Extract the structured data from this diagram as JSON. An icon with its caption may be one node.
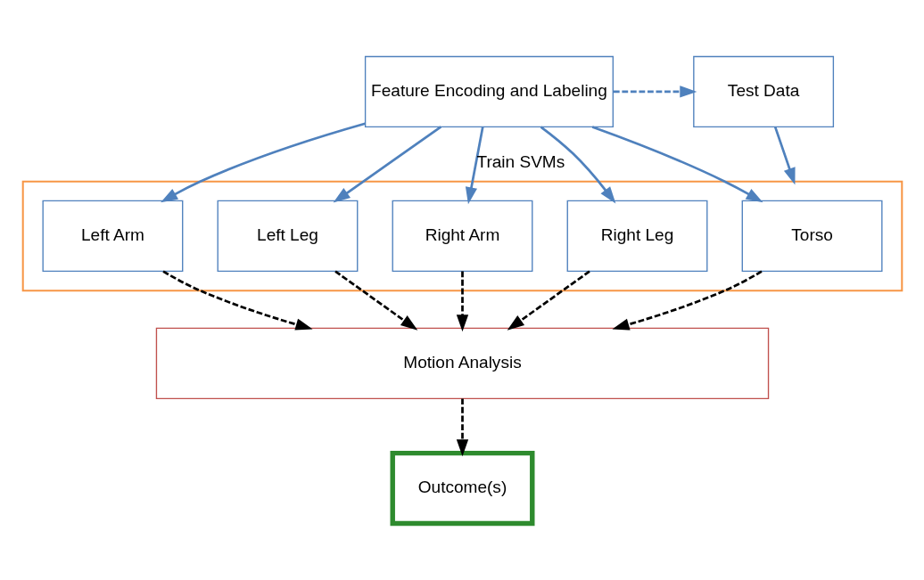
{
  "diagram": {
    "nodes": [
      {
        "text": [
          "Feature Encoding and Labeling"
        ]
      },
      {
        "text": [
          "Test Data"
        ]
      },
      {
        "text": [],
        "shape": "box"
      },
      {
        "text": [
          "Left Arm"
        ],
        "in": 2
      },
      {
        "text": [
          "Left Leg"
        ],
        "in": 2
      },
      {
        "text": [
          "Right Arm"
        ],
        "in": 2
      },
      {
        "text": [
          "Right Leg"
        ],
        "in": 2
      },
      {
        "text": [
          "Torso"
        ],
        "in": 2
      },
      {
        "text": [
          "Motion Analysis"
        ]
      },
      {
        "text": [
          "Outcome(s)"
        ]
      }
    ],
    "edges": [
      {
        "from": 0,
        "to": 1,
        "arrow": "to",
        "style": "dashed"
      },
      {
        "from": 0,
        "to": 3,
        "arrow": "to"
      },
      {
        "from": 0,
        "to": 4,
        "arrow": "to"
      },
      {
        "from": 0,
        "to": 5,
        "arrow": "to",
        "label": "Train SVMs"
      },
      {
        "from": 0,
        "to": 6,
        "arrow": "to"
      },
      {
        "from": 0,
        "to": 7,
        "arrow": "to"
      },
      {
        "from": 1,
        "to": 2,
        "arrow": "to"
      },
      {
        "from": 3,
        "to": 8,
        "arrow": "to",
        "style": "dashed",
        "color": "#000000"
      },
      {
        "from": 4,
        "to": 8,
        "arrow": "to",
        "style": "dashed",
        "color": "#000000"
      },
      {
        "from": 5,
        "to": 8,
        "arrow": "to",
        "style": "dashed",
        "color": "#000000"
      },
      {
        "from": 6,
        "to": 8,
        "arrow": "to",
        "style": "dashed",
        "color": "#000000"
      },
      {
        "from": 7,
        "to": 8,
        "arrow": "to",
        "style": "dashed",
        "color": "#000000"
      },
      {
        "from": 8,
        "to": 9,
        "arrow": "to",
        "style": "dashed",
        "color": "#000000"
      }
    ]
  }
}
